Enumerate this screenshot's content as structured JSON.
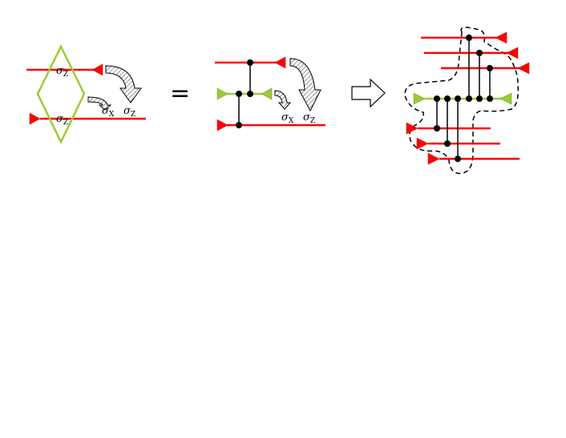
{
  "colors": {
    "wire": "#ff0000",
    "green": "#9acd32",
    "node": "#000000",
    "arrow_fill": "#d8d8d8"
  },
  "panel1": {
    "top_label": "σ",
    "top_label_sub": "Z",
    "bottom_label": "σ",
    "bottom_label_sub": "Z",
    "arrow_small_label": "σ",
    "arrow_small_label_sub": "X",
    "arrow_big_label": "σ",
    "arrow_big_label_sub": "Z"
  },
  "equals_sign": "=",
  "panel2": {
    "arrow_small_label": "σ",
    "arrow_small_label_sub": "X",
    "arrow_big_label": "σ",
    "arrow_big_label_sub": "Z"
  }
}
